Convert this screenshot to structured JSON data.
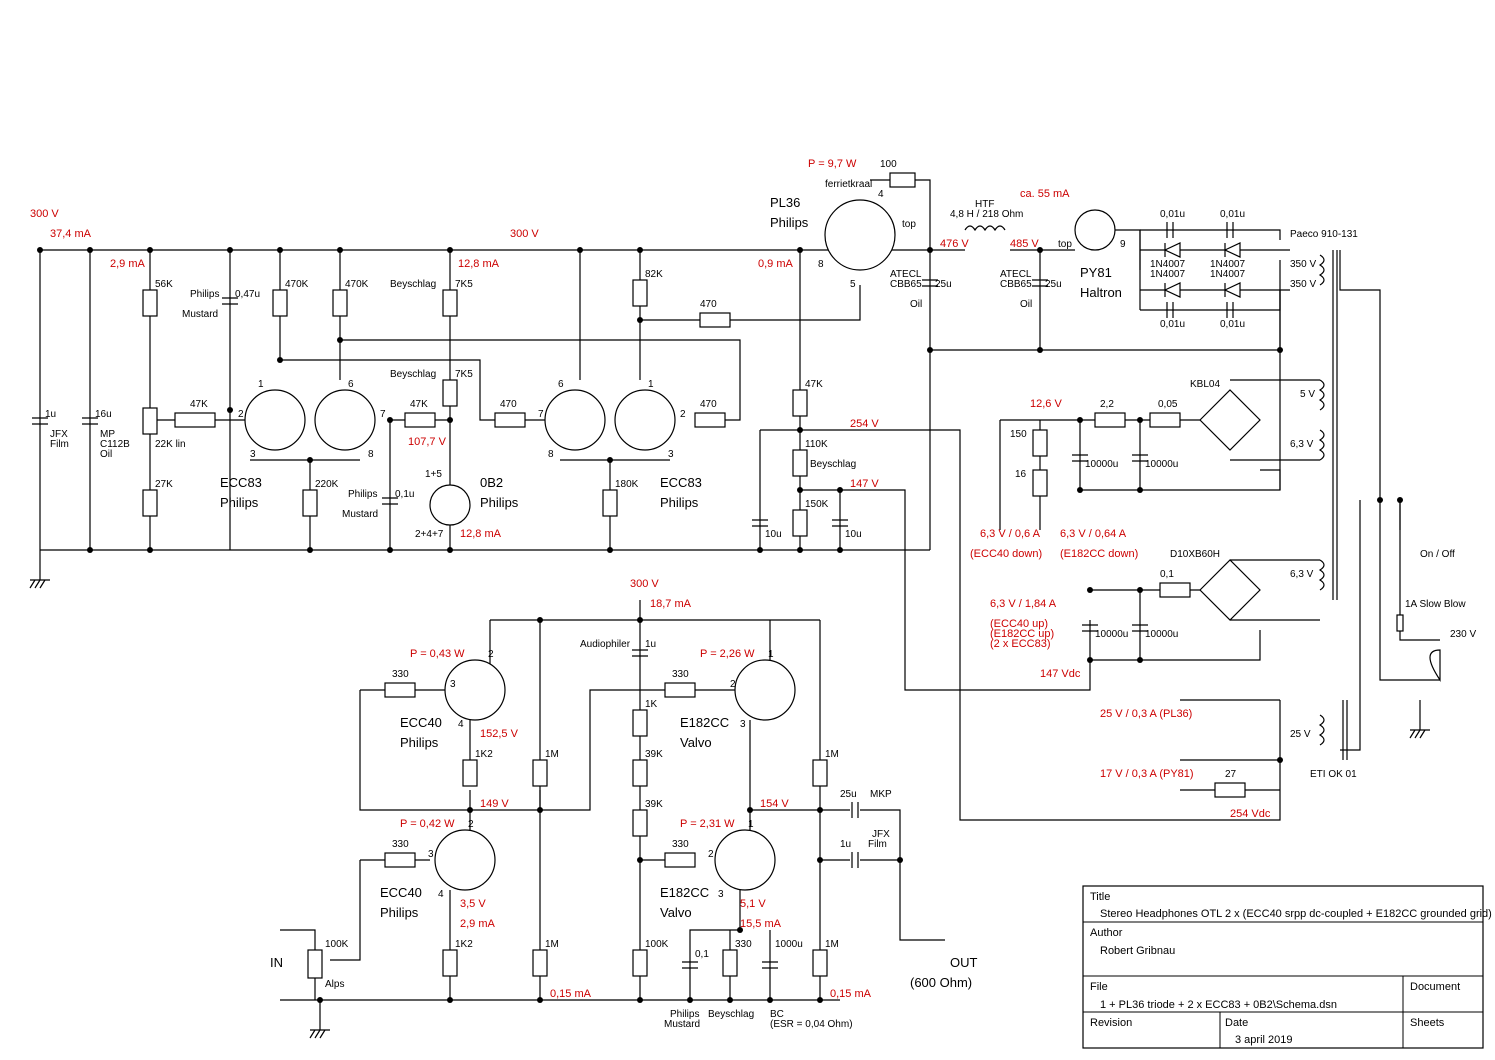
{
  "colors": {
    "wire": "#000000",
    "annotation": "#cc0000",
    "background": "#ffffff"
  },
  "voltages": {
    "v300_left": "300 V",
    "v300_mid": "300 V",
    "v300_lower": "300 V",
    "i_total": "37,4 mA",
    "i_input": "2,9 mA",
    "i_ecc83_b": "12,8 mA",
    "i_0b2": "12,8 mA",
    "v_0b2": "107,7 V",
    "i_g2": "0,9 mA",
    "p_pl36": "P = 9,7 W",
    "v_476": "476 V",
    "v_485": "485 V",
    "i_55": "ca. 55 mA",
    "v_254": "254 V",
    "v_147": "147 V",
    "v_126": "12,6 V",
    "h_ecc40_down": "6,3 V / 0,6 A",
    "h_ecc40_down_note": "(ECC40 down)",
    "h_e182_down": "6,3 V / 0,64 A",
    "h_e182_down_note": "(E182CC down)",
    "h_up": "6,3 V / 1,84 A",
    "h_up_note1": "(ECC40 up)",
    "h_up_note2": "(E182CC up)",
    "h_up_note3": "(2 x ECC83)",
    "v_147dc": "147 Vdc",
    "i_187": "18,7 mA",
    "p_ecc40_up": "P = 0,43 W",
    "v_ecc40_up_k": "152,5 V",
    "p_e182_up": "P = 2,26 W",
    "v_149": "149 V",
    "p_ecc40_dn": "P = 0,42 W",
    "v_35": "3,5 V",
    "i_29b": "2,9 mA",
    "v_154": "154 V",
    "p_e182_dn": "P = 2,31 W",
    "v_51": "5,1 V",
    "i_155": "15,5 mA",
    "i_015a": "0,15 mA",
    "i_015b": "0,15 mA",
    "pl36_sup": "25 V / 0,3 A (PL36)",
    "py81_sup": "17 V / 0,3 A (PY81)",
    "v_254dc": "254 Vdc"
  },
  "tubes": {
    "pl36_name": "PL36",
    "pl36_make": "Philips",
    "py81_name": "PY81",
    "py81_make": "Haltron",
    "ecc83a_name": "ECC83",
    "ecc83a_make": "Philips",
    "ecc83b_name": "ECC83",
    "ecc83b_make": "Philips",
    "ob2_name": "0B2",
    "ob2_make": "Philips",
    "ecc40a_name": "ECC40",
    "ecc40a_make": "Philips",
    "ecc40b_name": "ECC40",
    "ecc40b_make": "Philips",
    "e182a_name": "E182CC",
    "e182a_make": "Valvo",
    "e182b_name": "E182CC",
    "e182b_make": "Valvo"
  },
  "parts": {
    "r100": "100",
    "ferriet": "ferrietkraal",
    "top1": "top",
    "top2": "top",
    "htf": "HTF",
    "htf_spec": "4,8 H / 218 Ohm",
    "r56k": "56K",
    "r47k_in": "47K",
    "pot22k": "22K lin",
    "r27k": "27K",
    "c1u_jfx": "1u",
    "jfx": "JFX",
    "film": "Film",
    "c16u": "16u",
    "mp": "MP",
    "c112b": "C112B",
    "oil": "Oil",
    "philips1": "Philips",
    "mustard1": "Mustard",
    "c047": "0,47u",
    "r470k_a": "470K",
    "r470k_b": "470K",
    "r220k": "220K",
    "philips2": "Philips",
    "mustard2": "Mustard",
    "c01u": "0,1u",
    "beyschlag1": "Beyschlag",
    "r7k5a": "7K5",
    "beyschlag2": "Beyschlag",
    "r7k5b": "7K5",
    "r47k_b": "47K",
    "ob2_pins1": "1+5",
    "ob2_pins2": "2+4+7",
    "r470_a": "470",
    "r470_b": "470",
    "r470_c": "470",
    "r82k": "82K",
    "r180k": "180K",
    "r47k_div": "47K",
    "r110k": "110K",
    "beyschlag3": "Beyschlag",
    "r150k": "150K",
    "c10u_a": "10u",
    "c10u_b": "10u",
    "atecl1": "ATECL",
    "cbb1": "CBB65",
    "c25u_1": "25u",
    "oil1": "Oil",
    "atecl2": "ATECL",
    "cbb2": "CBB65",
    "c25u_2": "25u",
    "oil2": "Oil",
    "c001a": "0,01u",
    "c001b": "0,01u",
    "c001c": "0,01u",
    "c001d": "0,01u",
    "d1": "1N4007",
    "d2": "1N4007",
    "d3": "1N4007",
    "d4": "1N4007",
    "paeco": "Paeco 910-131",
    "t350a": "350 V",
    "t350b": "350 V",
    "kbl04": "KBL04",
    "t5v": "5 V",
    "t63a": "6,3 V",
    "r22": "2,2",
    "r005": "0,05",
    "r150": "150",
    "r16": "16",
    "c10000a": "10000u",
    "c10000b": "10000u",
    "d10x": "D10XB60H",
    "r01": "0,1",
    "t63b": "6,3 V",
    "c10000c": "10000u",
    "c10000d": "10000u",
    "sw": "On / Off",
    "fuse": "1A Slow Blow",
    "mains": "230 V",
    "eti": "ETI OK 01",
    "t25v": "25 V",
    "r27": "27",
    "audiophiler": "Audiophiler",
    "c1u_top": "1u",
    "r330_1": "330",
    "r330_2": "330",
    "r330_3": "330",
    "r330_4": "330",
    "r330_5": "330",
    "r1k2a": "1K2",
    "r1k2b": "1K2",
    "r1m_a": "1M",
    "r1m_b": "1M",
    "r1m_c": "1M",
    "r1m_d": "1M",
    "r1k": "1K",
    "r39ka": "39K",
    "r39kb": "39K",
    "r100k_div": "100K",
    "c25u_out": "25u",
    "mkp": "MKP",
    "c1u_out": "1u",
    "jfx2": "JFX",
    "film2": "Film",
    "c01_cath": "0,1",
    "r330_cath": "330",
    "c1000u": "1000u",
    "philips3": "Philips",
    "mustard3": "Mustard",
    "beyschlag4": "Beyschlag",
    "bc": "BC",
    "esr": "(ESR = 0,04 Ohm)",
    "pot100k": "100K",
    "alps": "Alps",
    "in": "IN",
    "out": "OUT",
    "out_imp": "(600 Ohm)"
  },
  "pins": {
    "e83a_1": "1",
    "e83a_2": "2",
    "e83a_3": "3",
    "e83a_6": "6",
    "e83a_7": "7",
    "e83a_8": "8",
    "e83b_6": "6",
    "e83b_7": "7",
    "e83b_8": "8",
    "e83b_1": "1",
    "e83b_2": "2",
    "e83b_3": "3",
    "pl_4": "4",
    "pl_8": "8",
    "pl_5": "5",
    "py_9": "9",
    "u1_2": "2",
    "u1_3": "3",
    "u1_4": "4",
    "u2_1": "1",
    "u2_2": "2",
    "u2_3": "3",
    "d1_2": "2",
    "d1_3": "3",
    "d1_4": "4",
    "d2_1": "1",
    "d2_2": "2",
    "d2_3": "3"
  },
  "title_block": {
    "title_label": "Title",
    "title": "Stereo Headphones OTL 2 x (ECC40 srpp dc-coupled + E182CC grounded grid)",
    "author_label": "Author",
    "author": "Robert Gribnau",
    "file_label": "File",
    "file": "1 + PL36 triode + 2 x ECC83 + 0B2\\Schema.dsn",
    "document_label": "Document",
    "revision_label": "Revision",
    "date_label": "Date",
    "date": "3 april 2019",
    "sheets_label": "Sheets"
  }
}
